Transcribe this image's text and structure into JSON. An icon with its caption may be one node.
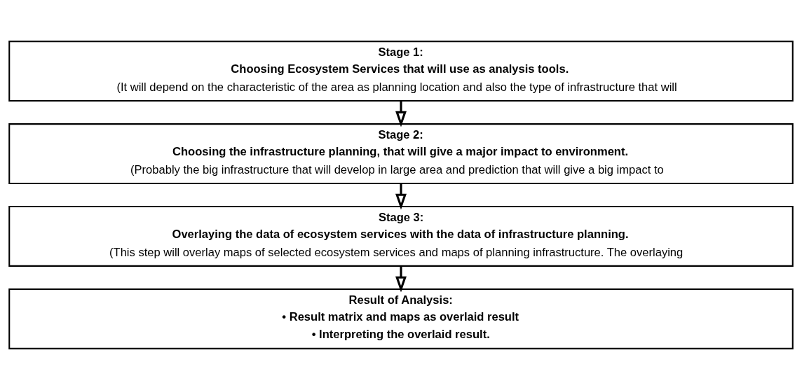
{
  "diagram": {
    "nodes": [
      {
        "text": [
          "Stage 1:",
          "Choosing Ecosystem Services that will use as analysis tools.",
          "(It will depend on the characteristic of the area as planning location and also the type of infrastructure that will"
        ]
      },
      {
        "text": [
          "Stage 2:",
          "Choosing the infrastructure planning, that will give a major impact to environment.",
          "(Probably the big infrastructure that will develop in large area and prediction that will give a big impact to"
        ]
      },
      {
        "text": [
          "Stage 3:",
          "Overlaying the data of ecosystem services with the data of infrastructure planning.",
          "(This step will overlay maps of selected ecosystem services and maps of planning infrastructure. The overlaying"
        ]
      },
      {
        "text": [
          "Result of Analysis:",
          "• Result matrix and maps as overlaid result",
          "• Interpreting the overlaid result."
        ]
      }
    ],
    "edges": [
      {
        "from": 0,
        "to": 1,
        "arrow": "to"
      },
      {
        "from": 1,
        "to": 2,
        "arrow": "to"
      },
      {
        "from": 2,
        "to": 3,
        "arrow": "to"
      }
    ]
  }
}
